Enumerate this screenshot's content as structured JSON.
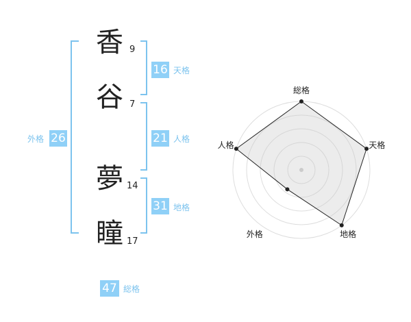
{
  "name_chars": [
    {
      "char": "香",
      "strokes": "9"
    },
    {
      "char": "谷",
      "strokes": "7"
    },
    {
      "char": "夢",
      "strokes": "14"
    },
    {
      "char": "瞳",
      "strokes": "17"
    }
  ],
  "fortunes": {
    "tenkaku": {
      "value": "16",
      "label": "天格"
    },
    "jinkaku": {
      "value": "21",
      "label": "人格"
    },
    "chikaku": {
      "value": "31",
      "label": "地格"
    },
    "gaikaku": {
      "value": "26",
      "label": "外格"
    },
    "soukaku": {
      "value": "47",
      "label": "総格"
    }
  },
  "colors": {
    "accent": "#8fd0f7",
    "bracket": "#7cc3ee",
    "text": "#222222"
  },
  "chart_data": {
    "type": "radar",
    "axes": [
      "総格",
      "天格",
      "地格",
      "外格",
      "人格"
    ],
    "values": [
      1.0,
      1.0,
      1.0,
      0.35,
      1.0
    ],
    "rings": 5
  }
}
